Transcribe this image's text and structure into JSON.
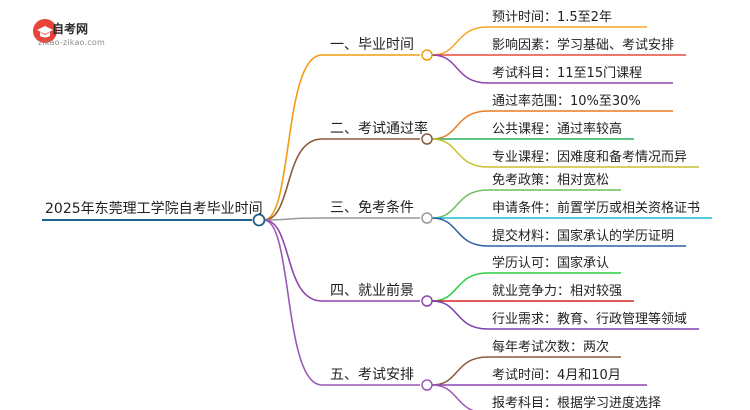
{
  "logo": {
    "name": "自考网",
    "url_text": "zikao-zikao.com"
  },
  "root": {
    "label": "2025年东莞理工学院自考毕业时间",
    "color": "#1f5f8b"
  },
  "branches": [
    {
      "label": "一、毕业时间",
      "color": "#f39c12",
      "children": [
        {
          "label": "预计时间：1.5至2年",
          "color": "#f5a623"
        },
        {
          "label": "影响因素：学习基础、考试安排",
          "color": "#e74c3c"
        },
        {
          "label": "考试科目：11至15门课程",
          "color": "#8e44ad"
        }
      ]
    },
    {
      "label": "二、考试通过率",
      "color": "#8b5a3c",
      "children": [
        {
          "label": "通过率范围：10%至30%",
          "color": "#e67e22"
        },
        {
          "label": "公共课程：通过率较高",
          "color": "#27ae60"
        },
        {
          "label": "专业课程：因难度和备考情况而异",
          "color": "#c9c12f"
        }
      ]
    },
    {
      "label": "三、免考条件",
      "color": "#999999",
      "children": [
        {
          "label": "免考政策：相对宽松",
          "color": "#6bbf59"
        },
        {
          "label": "申请条件：前置学历或相关资格证书",
          "color": "#1abcd4"
        },
        {
          "label": "提交材料：国家承认的学历证明",
          "color": "#2e5fa8"
        }
      ]
    },
    {
      "label": "四、就业前景",
      "color": "#8e44ad",
      "children": [
        {
          "label": "学历认可：国家承认",
          "color": "#2ecc40"
        },
        {
          "label": "就业竞争力：相对较强",
          "color": "#d62020"
        },
        {
          "label": "行业需求：教育、行政管理等领域",
          "color": "#7b3fb0"
        }
      ]
    },
    {
      "label": "五、考试安排",
      "color": "#9b59b6",
      "children": [
        {
          "label": "每年考试次数：两次",
          "color": "#8b5a3c"
        },
        {
          "label": "考试时间：4月和10月",
          "color": "#8e44ad"
        },
        {
          "label": "报考科目：根据学习进度选择",
          "color": "#9b59b6"
        }
      ]
    }
  ]
}
